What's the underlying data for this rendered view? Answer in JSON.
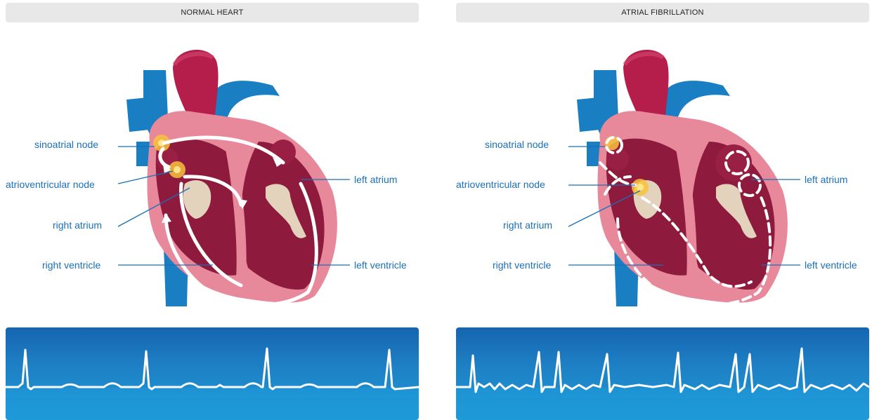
{
  "panels": [
    {
      "title": "NORMAL HEART",
      "labels": {
        "sa": "sinoatrial node",
        "av": "atrioventricular node",
        "ra": "right atrium",
        "rv": "right ventricle",
        "la": "left atrium",
        "lv": "left ventricle"
      }
    },
    {
      "title": "ATRIAL FIBRILLATION",
      "labels": {
        "sa": "sinoatrial node",
        "av": "atrioventricular node",
        "ra": "right atrium",
        "rv": "right ventricle",
        "la": "left atrium",
        "lv": "left ventricle"
      }
    }
  ],
  "colors": {
    "label": "#1a6fb7",
    "vessel_blue": "#1a7ec2",
    "aorta": "#b51d4a",
    "muscle_pink": "#e7899b",
    "chamber_dark": "#8e1a3d",
    "valve": "#e3d3bd",
    "ecg_top": "#1565b0",
    "ecg_bottom": "#1e9ad8"
  }
}
